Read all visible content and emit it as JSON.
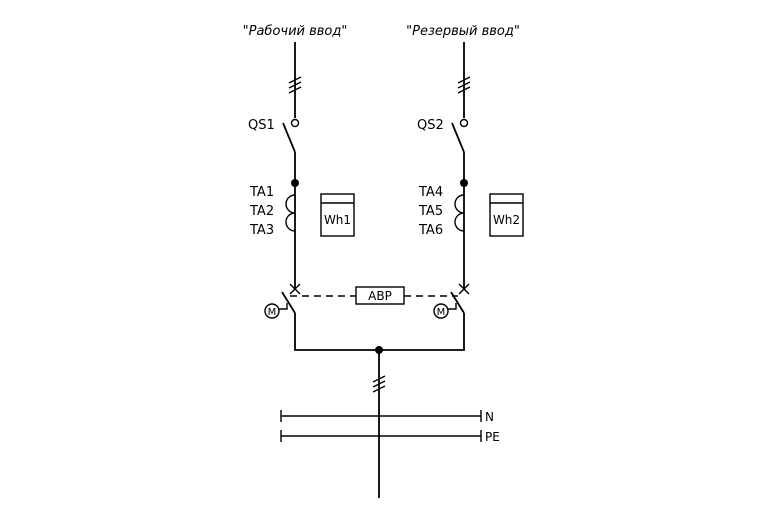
{
  "inputs": {
    "working_label": "\"Рабочий ввод\"",
    "reserve_label": "\"Резервый ввод\""
  },
  "switches": {
    "qs1": "QS1",
    "qs2": "QS2"
  },
  "current_transformers": {
    "left": [
      "TA1",
      "TA2",
      "TA3"
    ],
    "right": [
      "TA4",
      "TA5",
      "TA6"
    ]
  },
  "meters": {
    "left": "Wh1",
    "right": "Wh2"
  },
  "transfer_switch": {
    "label": "АВР",
    "motor_left": "M",
    "motor_right": "M"
  },
  "bus": {
    "neutral": "N",
    "protective_earth": "PE"
  }
}
